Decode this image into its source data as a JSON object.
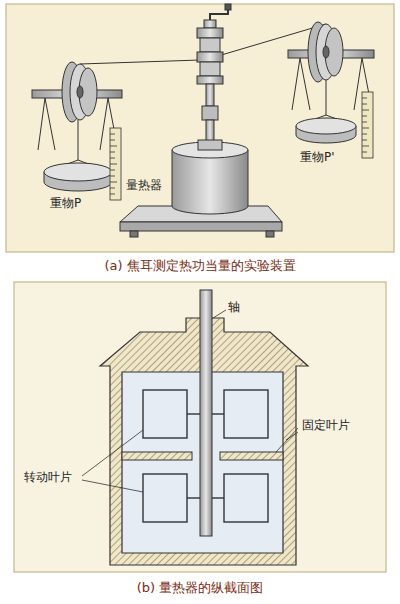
{
  "diagram": {
    "labels": [
      "重物P",
      "量热器",
      "重物P'",
      "(a) 焦耳测定热功当量的实验装置",
      "轴",
      "固定叶片",
      "转动叶片",
      "(b) 量热器的纵截面图"
    ]
  }
}
